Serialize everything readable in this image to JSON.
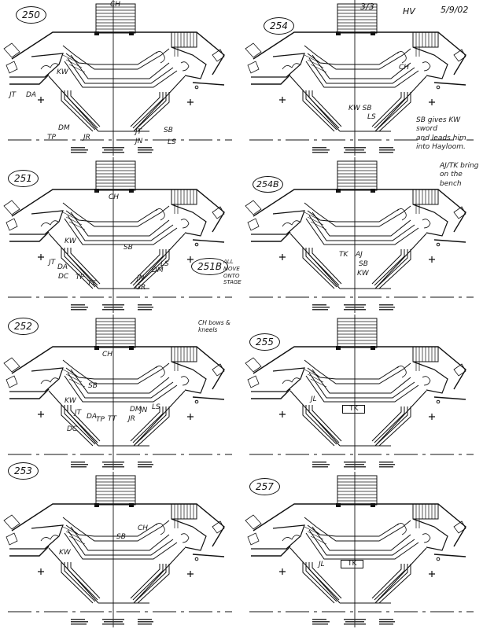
{
  "header": {
    "page": "3/3",
    "initials": "HV",
    "date": "5/9/02"
  },
  "panels": [
    {
      "number": "250",
      "labels": [
        "CH",
        "KW",
        "JT",
        "DA",
        "DM",
        "TP",
        "JR",
        "JT",
        "JN",
        "SB",
        "LS"
      ]
    },
    {
      "number": "254",
      "labels": [
        "CH",
        "KW SB",
        "LS"
      ],
      "note": [
        "SB gives KW sword",
        "and leads him",
        "into Hayloom."
      ]
    },
    {
      "number": "251",
      "labels": [
        "CH",
        "KW",
        "SB",
        "JT",
        "DA",
        "DC",
        "TP",
        "TT",
        "JN",
        "DM",
        "LS",
        "GR"
      ],
      "sub_number": "251B",
      "note": [
        "ALL MOVE",
        "ONTO STAGE"
      ]
    },
    {
      "number": "254B",
      "labels": [
        "TK",
        "AJ",
        "SB",
        "KW"
      ],
      "note": [
        "AJ/TK bring",
        "on the bench"
      ]
    },
    {
      "number": "252",
      "labels": [
        "CH",
        "SB",
        "KW",
        "JT",
        "DA",
        "TP",
        "TT",
        "DM",
        "JN",
        "LS",
        "JR",
        "DC"
      ],
      "note": [
        "CH bows & kneels"
      ]
    },
    {
      "number": "255",
      "labels": [
        "JL",
        "TK"
      ]
    },
    {
      "number": "253",
      "labels": [
        "CH",
        "SB",
        "KW"
      ]
    },
    {
      "number": "257",
      "labels": [
        "JL",
        "TK"
      ]
    }
  ]
}
